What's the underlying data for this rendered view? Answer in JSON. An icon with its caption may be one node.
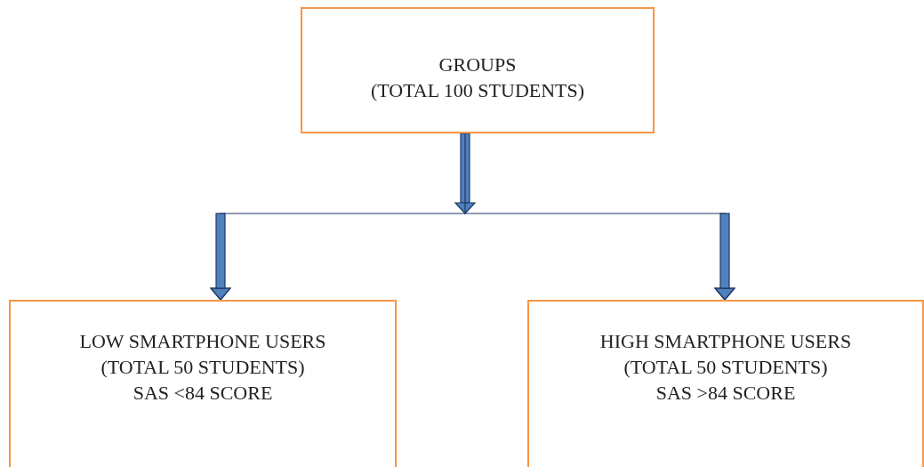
{
  "diagram": {
    "nodes": [
      {
        "text": [
          "GROUPS",
          "(TOTAL 100 STUDENTS)"
        ]
      },
      {
        "text": [
          "LOW SMARTPHONE USERS",
          "(TOTAL 50 STUDENTS)",
          "SAS <84 SCORE"
        ]
      },
      {
        "text": [
          "HIGH SMARTPHONE USERS",
          "(TOTAL 50 STUDENTS)",
          "SAS >84 SCORE"
        ]
      }
    ],
    "edges": [
      {
        "from": 0,
        "to": 1,
        "arrow": "to"
      },
      {
        "from": 0,
        "to": 2,
        "arrow": "to"
      }
    ]
  }
}
